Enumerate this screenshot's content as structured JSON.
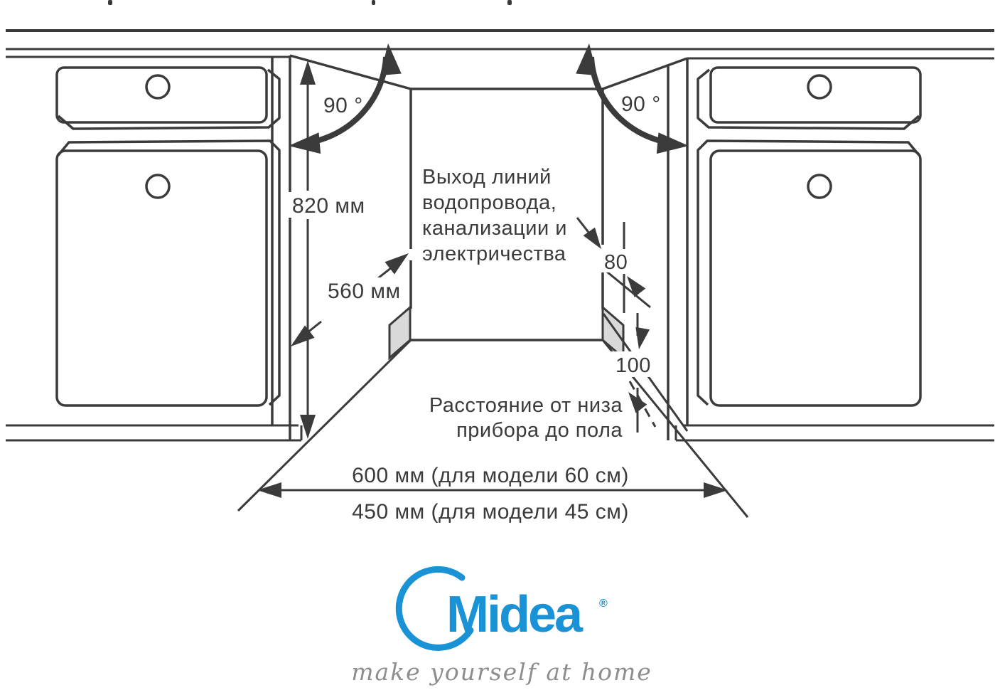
{
  "diagram": {
    "angle_left": "90 °",
    "angle_right": "90 °",
    "niche_height": "820 мм",
    "niche_depth": "560 мм",
    "utilities_note": {
      "lines": [
        "Выход линий",
        "водопровода,",
        "канализации и",
        "электричества"
      ]
    },
    "utilities_offset": "80",
    "bottom_clearance": "100",
    "floor_note": {
      "lines": [
        "Расстояние от низа",
        "прибора до пола"
      ]
    },
    "niche_width_60": "600 мм (для модели 60 см)",
    "niche_width_45": "450 мм (для модели 45 см)"
  },
  "logo": {
    "brand": "Midea",
    "registered_mark": "®",
    "tagline": "make yourself at home"
  },
  "colors": {
    "line": "#3b3b3b",
    "text": "#3b3b3b",
    "panel_fill": "#d9d9d9",
    "brand_blue": "#1a93d6",
    "tagline_gray": "#8d8d8d",
    "background": "#ffffff"
  }
}
